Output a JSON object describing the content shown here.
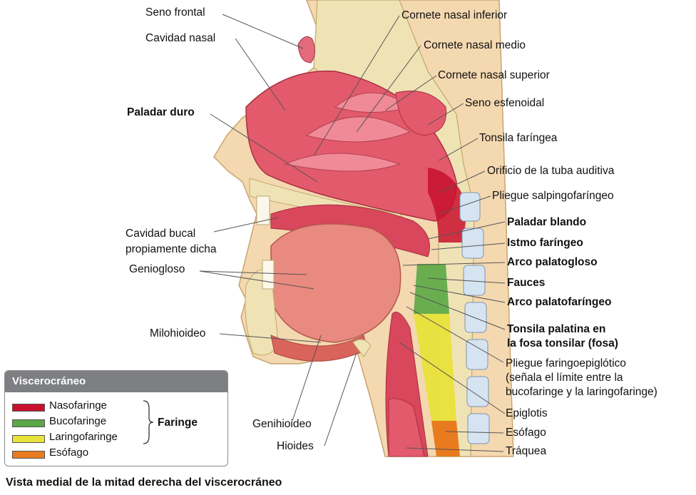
{
  "labels": {
    "seno_frontal": "Seno frontal",
    "cavidad_nasal": "Cavidad nasal",
    "paladar_duro": "Paladar duro",
    "cavidad_bucal_1": "Cavidad bucal",
    "cavidad_bucal_2": "propiamente dicha",
    "geniogloso": "Geniogloso",
    "milohioideo": "Milohioideo",
    "genihioideo": "Genihioideo",
    "hioides": "Hioides",
    "cornete_inferior": "Cornete nasal inferior",
    "cornete_medio": "Cornete nasal medio",
    "cornete_superior": "Cornete nasal superior",
    "seno_esfenoidal": "Seno esfenoidal",
    "tonsila_faringea": "Tonsila faríngea",
    "orificio_tuba": "Orificio de la tuba auditiva",
    "pliegue_salpingo": "Pliegue salpingofaríngeo",
    "paladar_blando": "Paladar blando",
    "istmo_faringeo": "Istmo faríngeo",
    "arco_palatogloso": "Arco palatogloso",
    "fauces": "Fauces",
    "arco_palatofaringeo": "Arco palatofaríngeo",
    "tonsila_palatina_1": "Tonsila palatina en",
    "tonsila_palatina_2": "la fosa tonsilar (fosa)",
    "pliegue_faringo_1": "Pliegue faringoepiglótico",
    "pliegue_faringo_2": "(señala el límite entre la",
    "pliegue_faringo_3": "bucofaringe y la laringofaringe)",
    "epiglotis": "Epiglotis",
    "esofago": "Esófago",
    "traquea": "Tráquea"
  },
  "legend": {
    "title": "Viscerocráneo",
    "group_label": "Faringe",
    "items": [
      {
        "label": "Nasofaringe",
        "color": "#c8102e"
      },
      {
        "label": "Bucofaringe",
        "color": "#5aa845"
      },
      {
        "label": "Laringofaringe",
        "color": "#e8e23a"
      },
      {
        "label": "Esófago",
        "color": "#e87b1e"
      }
    ]
  },
  "caption": "Vista medial de la mitad derecha del viscerocráneo"
}
